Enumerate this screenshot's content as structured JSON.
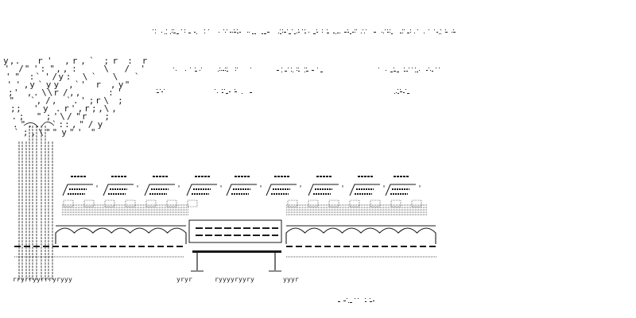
{
  "artwork": {
    "kind": "ascii-art-illustration",
    "colors": {
      "background": "#ffffff",
      "ink": "#1a1a1a"
    },
    "elements": [
      "text-lines",
      "tree",
      "arcade-building",
      "bridge",
      "ground-marks"
    ]
  }
}
